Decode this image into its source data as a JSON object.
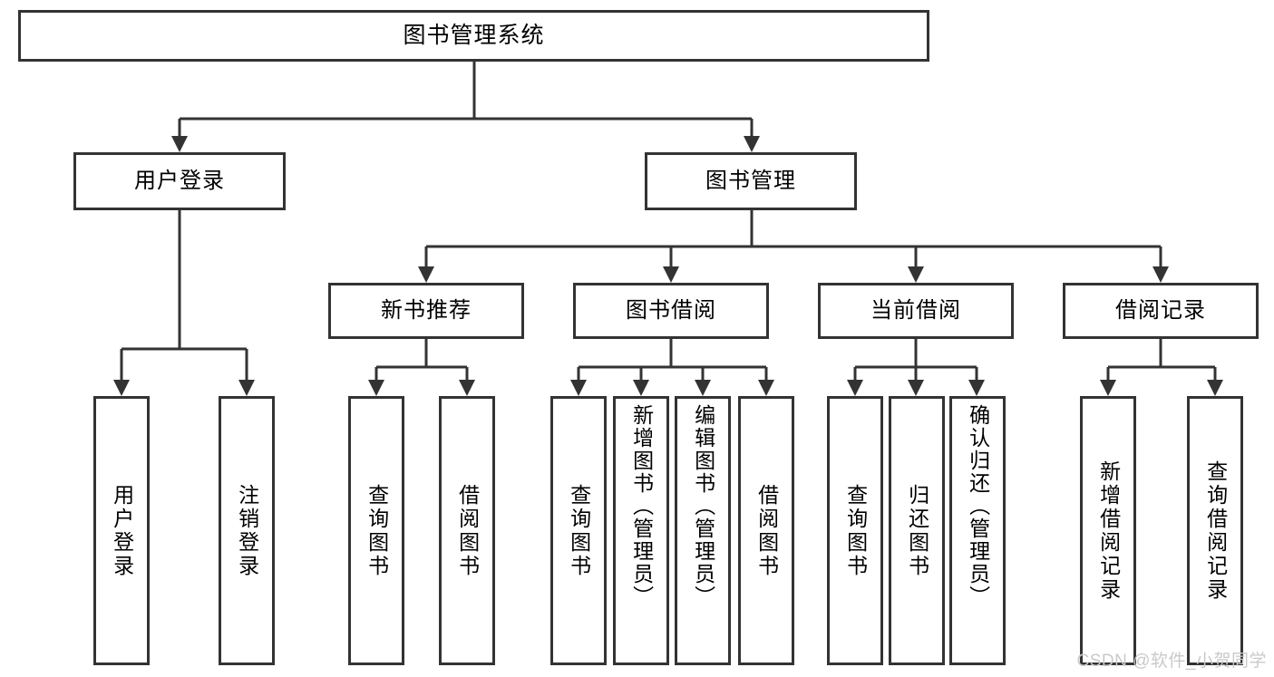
{
  "diagram": {
    "title": "图书管理系统",
    "watermark": "CSDN @软件_小贺同学",
    "root": {
      "label": "图书管理系统"
    },
    "level2": [
      {
        "label": "用户登录"
      },
      {
        "label": "图书管理"
      }
    ],
    "level3": [
      {
        "label": "新书推荐"
      },
      {
        "label": "图书借阅"
      },
      {
        "label": "当前借阅"
      },
      {
        "label": "借阅记录"
      }
    ],
    "leaves": {
      "user_login": [
        {
          "label": "用户登录"
        },
        {
          "label": "注销登录"
        }
      ],
      "new_book_recommend": [
        {
          "label": "查询图书"
        },
        {
          "label": "借阅图书"
        }
      ],
      "book_borrow": [
        {
          "label": "查询图书"
        },
        {
          "label": "新增图书（管理员）"
        },
        {
          "label": "编辑图书（管理员）"
        },
        {
          "label": "借阅图书"
        }
      ],
      "current_borrow": [
        {
          "label": "查询图书"
        },
        {
          "label": "归还图书"
        },
        {
          "label": "确认归还（管理员）"
        }
      ],
      "borrow_record": [
        {
          "label": "新增借阅记录"
        },
        {
          "label": "查询借阅记录"
        }
      ]
    }
  },
  "colors": {
    "stroke": "#333333",
    "fill": "#ffffff",
    "text": "#000000",
    "watermark": "#c9c9c9"
  }
}
